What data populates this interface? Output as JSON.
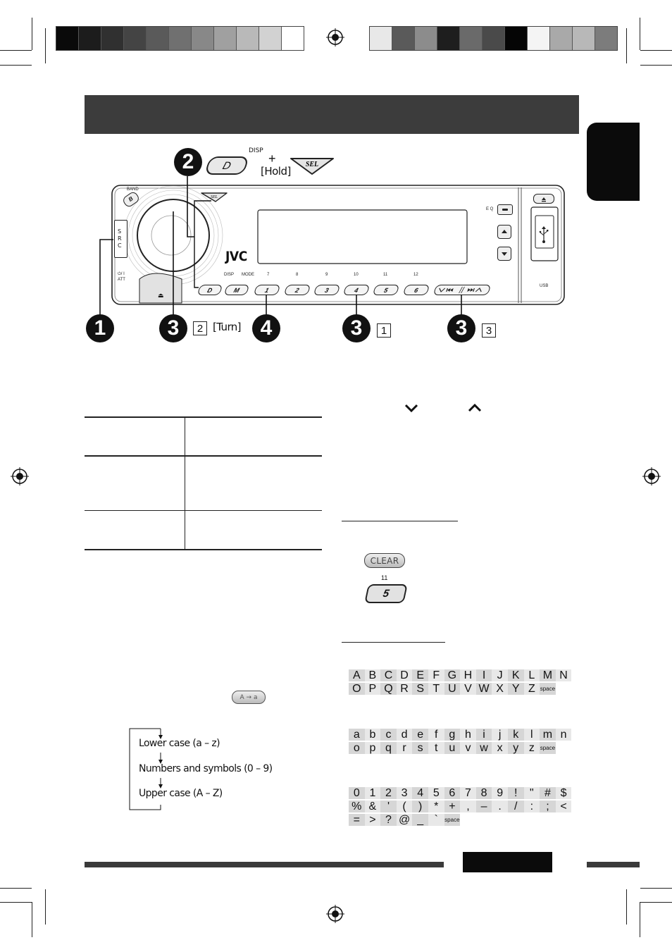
{
  "colors": {
    "left_bar": [
      "#0a0a0a",
      "#1c1c1c",
      "#303030",
      "#444444",
      "#5a5a5a",
      "#707070",
      "#888888",
      "#a0a0a0",
      "#b9b9b9",
      "#d2d2d2",
      "#ffffff"
    ],
    "right_bar": [
      "#e8e8e8",
      "#5a5a5a",
      "#8c8c8c",
      "#1e1e1e",
      "#6a6a6a",
      "#4a4a4a",
      "#050505",
      "#f4f4f4",
      "#a9a9a9",
      "#b8b8b8",
      "#7c7c7c"
    ],
    "header_band": "#3c3c3c",
    "side_tab": "#0b0b0b"
  },
  "diagram": {
    "disp_label": "DISP",
    "plus": "+",
    "hold": "[Hold]",
    "d_button": "D",
    "sel_button": "SEL",
    "brand": "JVC",
    "band": "BAND",
    "src": [
      "S",
      "R",
      "C"
    ],
    "att": "⏻/ I\nATT",
    "eq": "E Q",
    "usb": "USB",
    "disp_small": "DISP",
    "mode_small": "MODE",
    "preset_numbers": [
      "7",
      "8",
      "9",
      "10",
      "11",
      "12"
    ],
    "preset_buttons": [
      "D",
      "M",
      "1",
      "2",
      "3",
      "4",
      "5",
      "6"
    ],
    "markers": [
      {
        "num": "1"
      },
      {
        "num": "2"
      },
      {
        "num": "3",
        "step": "2",
        "text": "[Turn]"
      },
      {
        "num": "4"
      },
      {
        "num": "3",
        "step": "1"
      },
      {
        "num": "3",
        "step": "3"
      }
    ]
  },
  "chevrons": {
    "down": "⌄",
    "up": "⌃"
  },
  "buttons": {
    "clear": "CLEAR",
    "preset_number": "11",
    "preset_label": "5",
    "case_toggle": "A → a"
  },
  "flow": {
    "items": [
      "Lower case (a – z)",
      "Numbers and symbols (0 – 9)",
      "Upper case (A – Z)"
    ]
  },
  "grids": {
    "upper": [
      "A",
      "B",
      "C",
      "D",
      "E",
      "F",
      "G",
      "H",
      "I",
      "J",
      "K",
      "L",
      "M",
      "N",
      "O",
      "P",
      "Q",
      "R",
      "S",
      "T",
      "U",
      "V",
      "W",
      "X",
      "Y",
      "Z",
      "space"
    ],
    "lower": [
      "a",
      "b",
      "c",
      "d",
      "e",
      "f",
      "g",
      "h",
      "i",
      "j",
      "k",
      "l",
      "m",
      "n",
      "o",
      "p",
      "q",
      "r",
      "s",
      "t",
      "u",
      "v",
      "w",
      "x",
      "y",
      "z",
      "space"
    ],
    "symbols": [
      "0",
      "1",
      "2",
      "3",
      "4",
      "5",
      "6",
      "7",
      "8",
      "9",
      "!",
      "\"",
      "#",
      "$",
      "%",
      "&",
      "'",
      "(",
      ")",
      "*",
      "+",
      ",",
      "–",
      ".",
      "/",
      ":",
      ";",
      "<",
      "=",
      ">",
      "?",
      "@",
      "_",
      "`",
      "space"
    ]
  }
}
